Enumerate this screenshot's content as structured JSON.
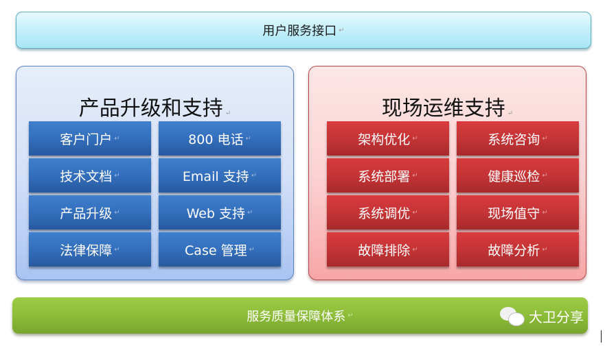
{
  "top_bar": {
    "label": "用户服务接口",
    "para_mark": "↵"
  },
  "panels": [
    {
      "title": "产品升级和支持",
      "color": "#336fbd",
      "items": [
        "客户门户",
        "800 电话",
        "技术文档",
        "Email 支持",
        "产品升级",
        "Web 支持",
        "法律保障",
        "Case 管理"
      ]
    },
    {
      "title": "现场运维支持",
      "color": "#c53436",
      "items": [
        "架构优化",
        "系统咨询",
        "系统部署",
        "健康巡检",
        "系统调优",
        "现场值守",
        "故障排除",
        "故障分析"
      ]
    }
  ],
  "bottom_bar": {
    "label": "服务质量保障体系",
    "color": "#8dbd39"
  },
  "watermark": {
    "icon": "wechat-icon",
    "text": "大卫分享"
  },
  "para_mark": "↵"
}
